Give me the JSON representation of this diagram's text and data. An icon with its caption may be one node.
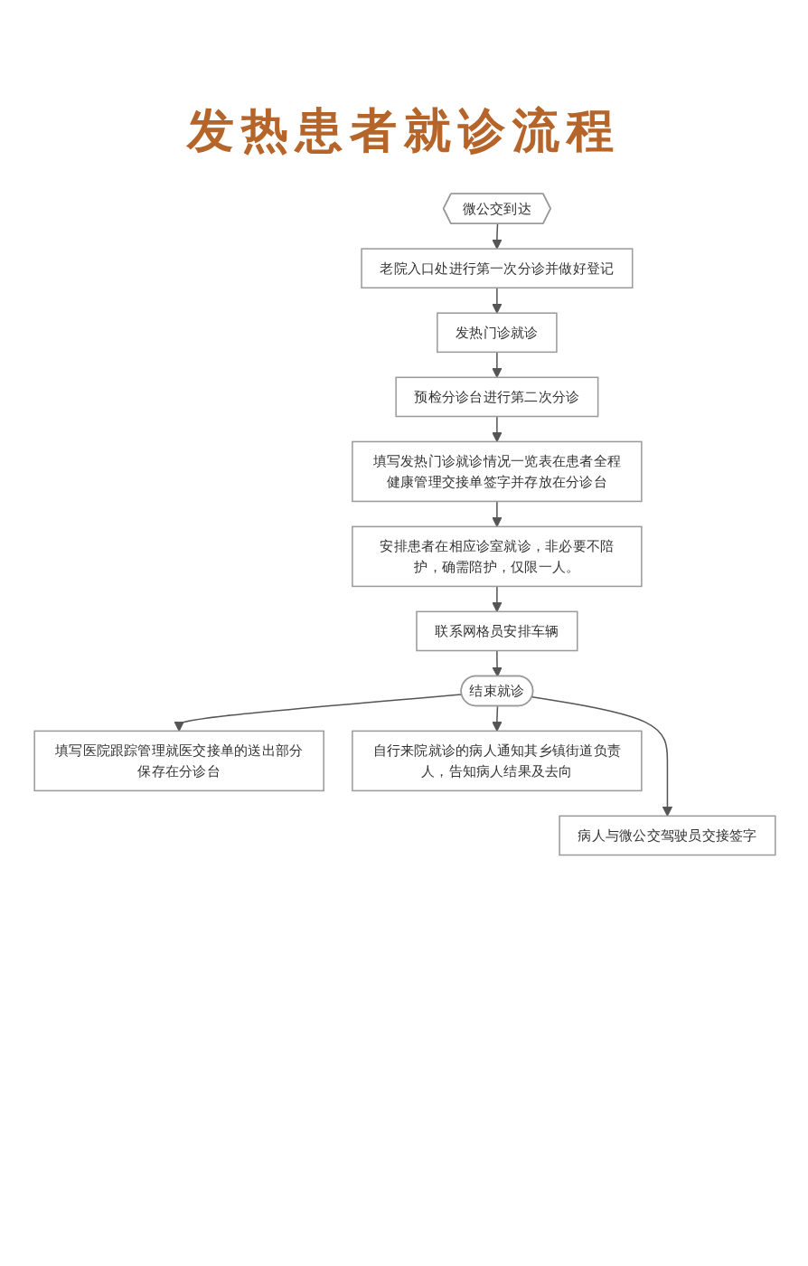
{
  "diagram": {
    "title": "发热患者就诊流程",
    "nodes": [
      {
        "text": [
          "微公交到达"
        ]
      },
      {
        "text": [
          "老院入口处进行第一次分诊并做好登记"
        ]
      },
      {
        "text": [
          "发热门诊就诊"
        ]
      },
      {
        "text": [
          "预检分诊台进行第二次分诊"
        ]
      },
      {
        "text": [
          "填写发热门诊就诊情况一览表在患者全程健康管理交接单签字并存放在分诊台"
        ]
      },
      {
        "text": [
          "安排患者在相应诊室就诊，非必要不陪护，确需陪护，仅限一人。"
        ]
      },
      {
        "text": [
          "联系网格员安排车辆"
        ]
      },
      {
        "text": [
          "结束就诊"
        ]
      },
      {
        "text": [
          "填写医院跟踪管理就医交接单的送出部分保存在分诊台"
        ]
      },
      {
        "text": [
          "自行来院就诊的病人通知其乡镇街道负责人，告知病人结果及去向"
        ]
      },
      {
        "text": [
          "病人与微公交驾驶员交接签字"
        ]
      }
    ],
    "edges": [
      {
        "from": 0,
        "to": 1,
        "arrow": "to"
      },
      {
        "from": 1,
        "to": 2,
        "arrow": "to"
      },
      {
        "from": 2,
        "to": 3,
        "arrow": "to"
      },
      {
        "from": 3,
        "to": 4,
        "arrow": "to"
      },
      {
        "from": 4,
        "to": 5,
        "arrow": "to"
      },
      {
        "from": 5,
        "to": 6,
        "arrow": "to"
      },
      {
        "from": 6,
        "to": 7,
        "arrow": "to"
      },
      {
        "from": 7,
        "to": 8,
        "arrow": "to"
      },
      {
        "from": 7,
        "to": 9,
        "arrow": "to"
      },
      {
        "from": 7,
        "to": 10,
        "arrow": "to"
      }
    ]
  }
}
